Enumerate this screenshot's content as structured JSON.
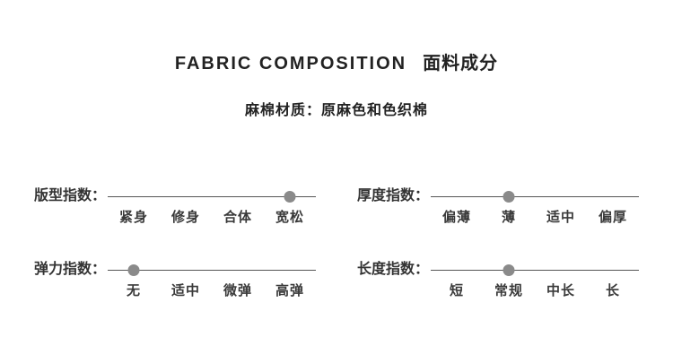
{
  "header": {
    "title_en": "FABRIC COMPOSITION",
    "title_zh": "面料成分",
    "subtitle": "麻棉材质：原麻色和色织棉"
  },
  "metrics": [
    {
      "label": "版型指数：",
      "options": [
        "紧身",
        "修身",
        "合体",
        "宽松"
      ],
      "selected_index": 3,
      "selected_option": "宽松"
    },
    {
      "label": "厚度指数：",
      "options": [
        "偏薄",
        "薄",
        "适中",
        "偏厚"
      ],
      "selected_index": 1,
      "selected_option": "薄"
    },
    {
      "label": "弹力指数：",
      "options": [
        "无",
        "适中",
        "微弹",
        "高弹"
      ],
      "selected_index": 0,
      "selected_option": "无"
    },
    {
      "label": "长度指数：",
      "options": [
        "短",
        "常规",
        "中长",
        "长"
      ],
      "selected_index": 1,
      "selected_option": "常规"
    }
  ],
  "colors": {
    "dot": "#8a8a8a",
    "line": "#555555",
    "text": "#333333",
    "background": "#ffffff"
  }
}
